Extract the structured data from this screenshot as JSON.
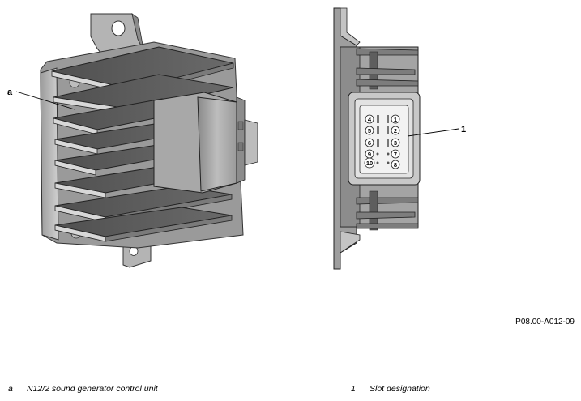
{
  "callouts": {
    "a": "a",
    "one": "1"
  },
  "pin_labels": [
    "4",
    "1",
    "5",
    "2",
    "6",
    "3",
    "9",
    "7",
    "10",
    "8"
  ],
  "figure_code": "P08.00-A012-09",
  "legend": [
    {
      "key": "a",
      "text": "N12/2 sound generator control unit"
    },
    {
      "key": "1",
      "text": "Slot designation"
    }
  ]
}
